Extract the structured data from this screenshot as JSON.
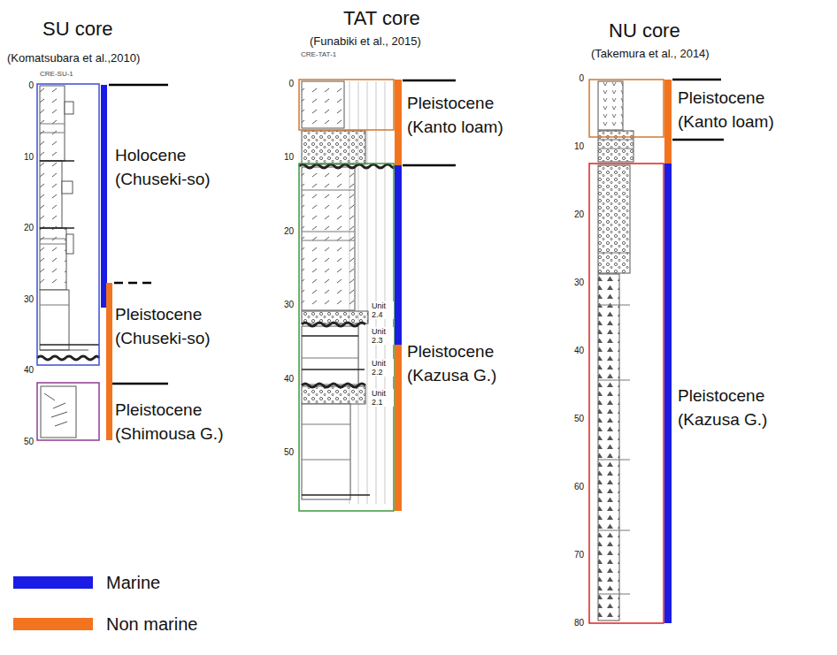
{
  "diagram": {
    "labels": [
      "SU core",
      "(Komatsubara et al.,2010)",
      "CRE-SU-1",
      "0",
      "10",
      "20",
      "30",
      "40",
      "50",
      "Holocene (Chuseki-so)",
      "Pleistocene (Chuseki-so)",
      "Pleistocene (Shimousa G.)",
      "TAT core",
      "(Funabiki et al., 2015)",
      "CRE-TAT-1",
      "0",
      "10",
      "20",
      "30",
      "40",
      "50",
      "Unit 2.4",
      "Unit 2.3",
      "Unit 2.2",
      "Unit 2.1",
      "Pleistocene (Kanto loam)",
      "Pleistocene (Kazusa G.)",
      "NU core",
      "(Takemura et al., 2014)",
      "0",
      "10",
      "20",
      "30",
      "40",
      "50",
      "60",
      "70",
      "80",
      "Pleistocene (Kanto loam)",
      "Pleistocene (Kazusa G.)"
    ],
    "legend": [
      {
        "text": "Marine",
        "color": "#1b1be6"
      },
      {
        "text": "Non marine",
        "color": "#f2741f"
      }
    ]
  }
}
